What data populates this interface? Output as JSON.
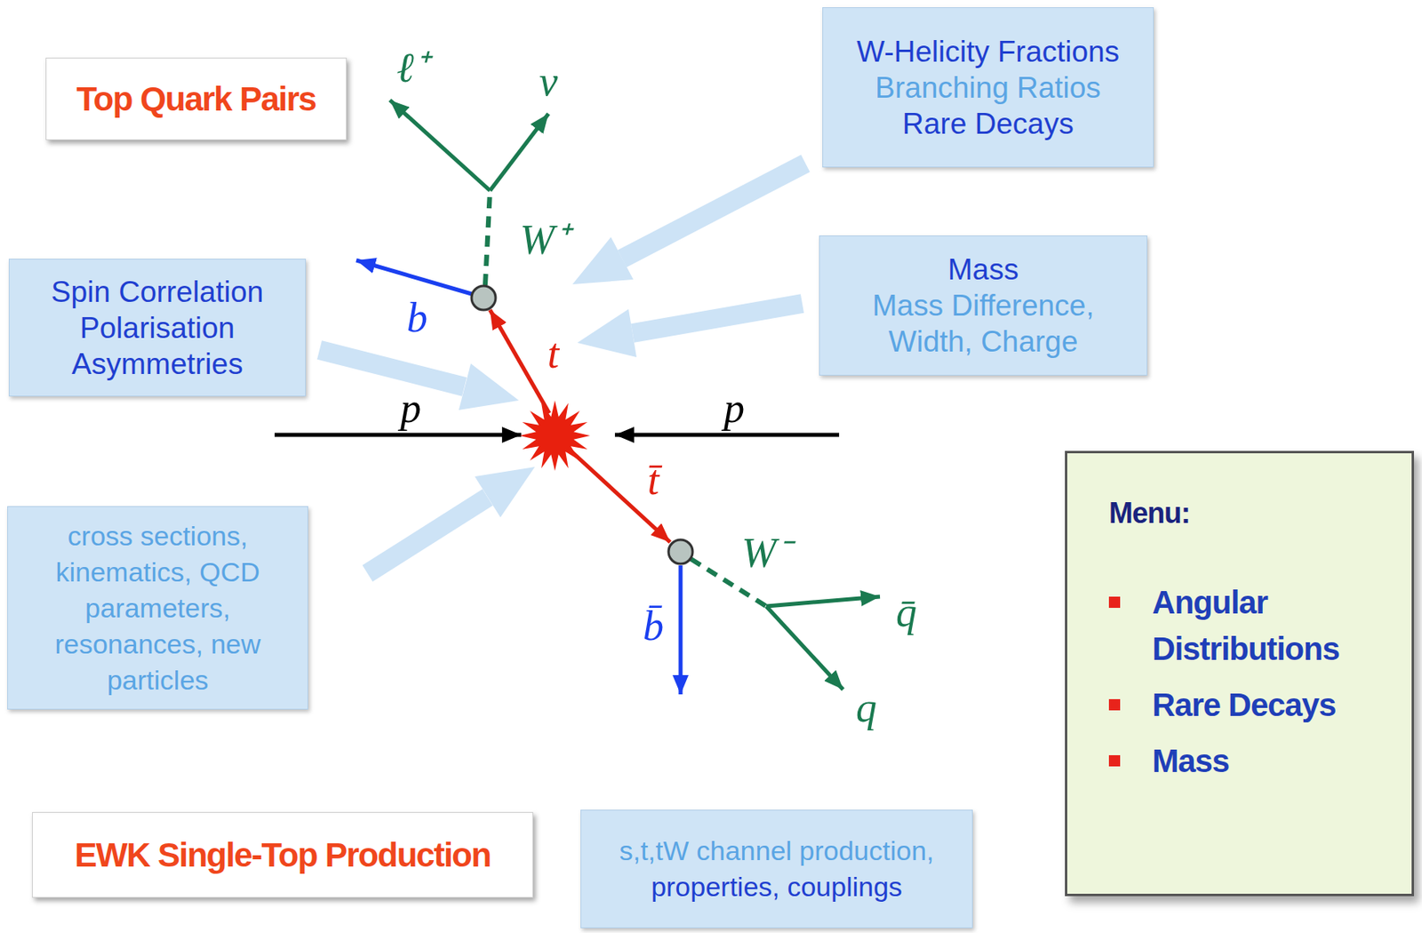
{
  "diagram": {
    "nodes": [
      {
        "text": [
          "Top Quark Pairs"
        ]
      },
      {
        "text": [
          "W-Helicity Fractions",
          "Branching Ratios",
          "Rare Decays"
        ]
      },
      {
        "text": [
          "Mass",
          "Mass Difference, Width, Charge"
        ]
      },
      {
        "text": [
          "Spin Correlation Polarisation Asymmetries"
        ]
      },
      {
        "text": [
          "cross sections, kinematics, QCD parameters, resonances, new particles"
        ]
      },
      {
        "text": [
          "Menu:",
          "Angular Distributions",
          "Rare Decays",
          "Mass"
        ]
      },
      {
        "text": [
          "EWK Single-Top Production"
        ]
      },
      {
        "text": [
          "s,t,tW channel production,",
          "properties, couplings"
        ]
      }
    ],
    "labels": [
      "ℓ⁺",
      "ν",
      "W⁺",
      "b",
      "t",
      "p",
      "p",
      "t̄",
      "W⁻",
      "b̄",
      "q̄",
      "q"
    ]
  }
}
